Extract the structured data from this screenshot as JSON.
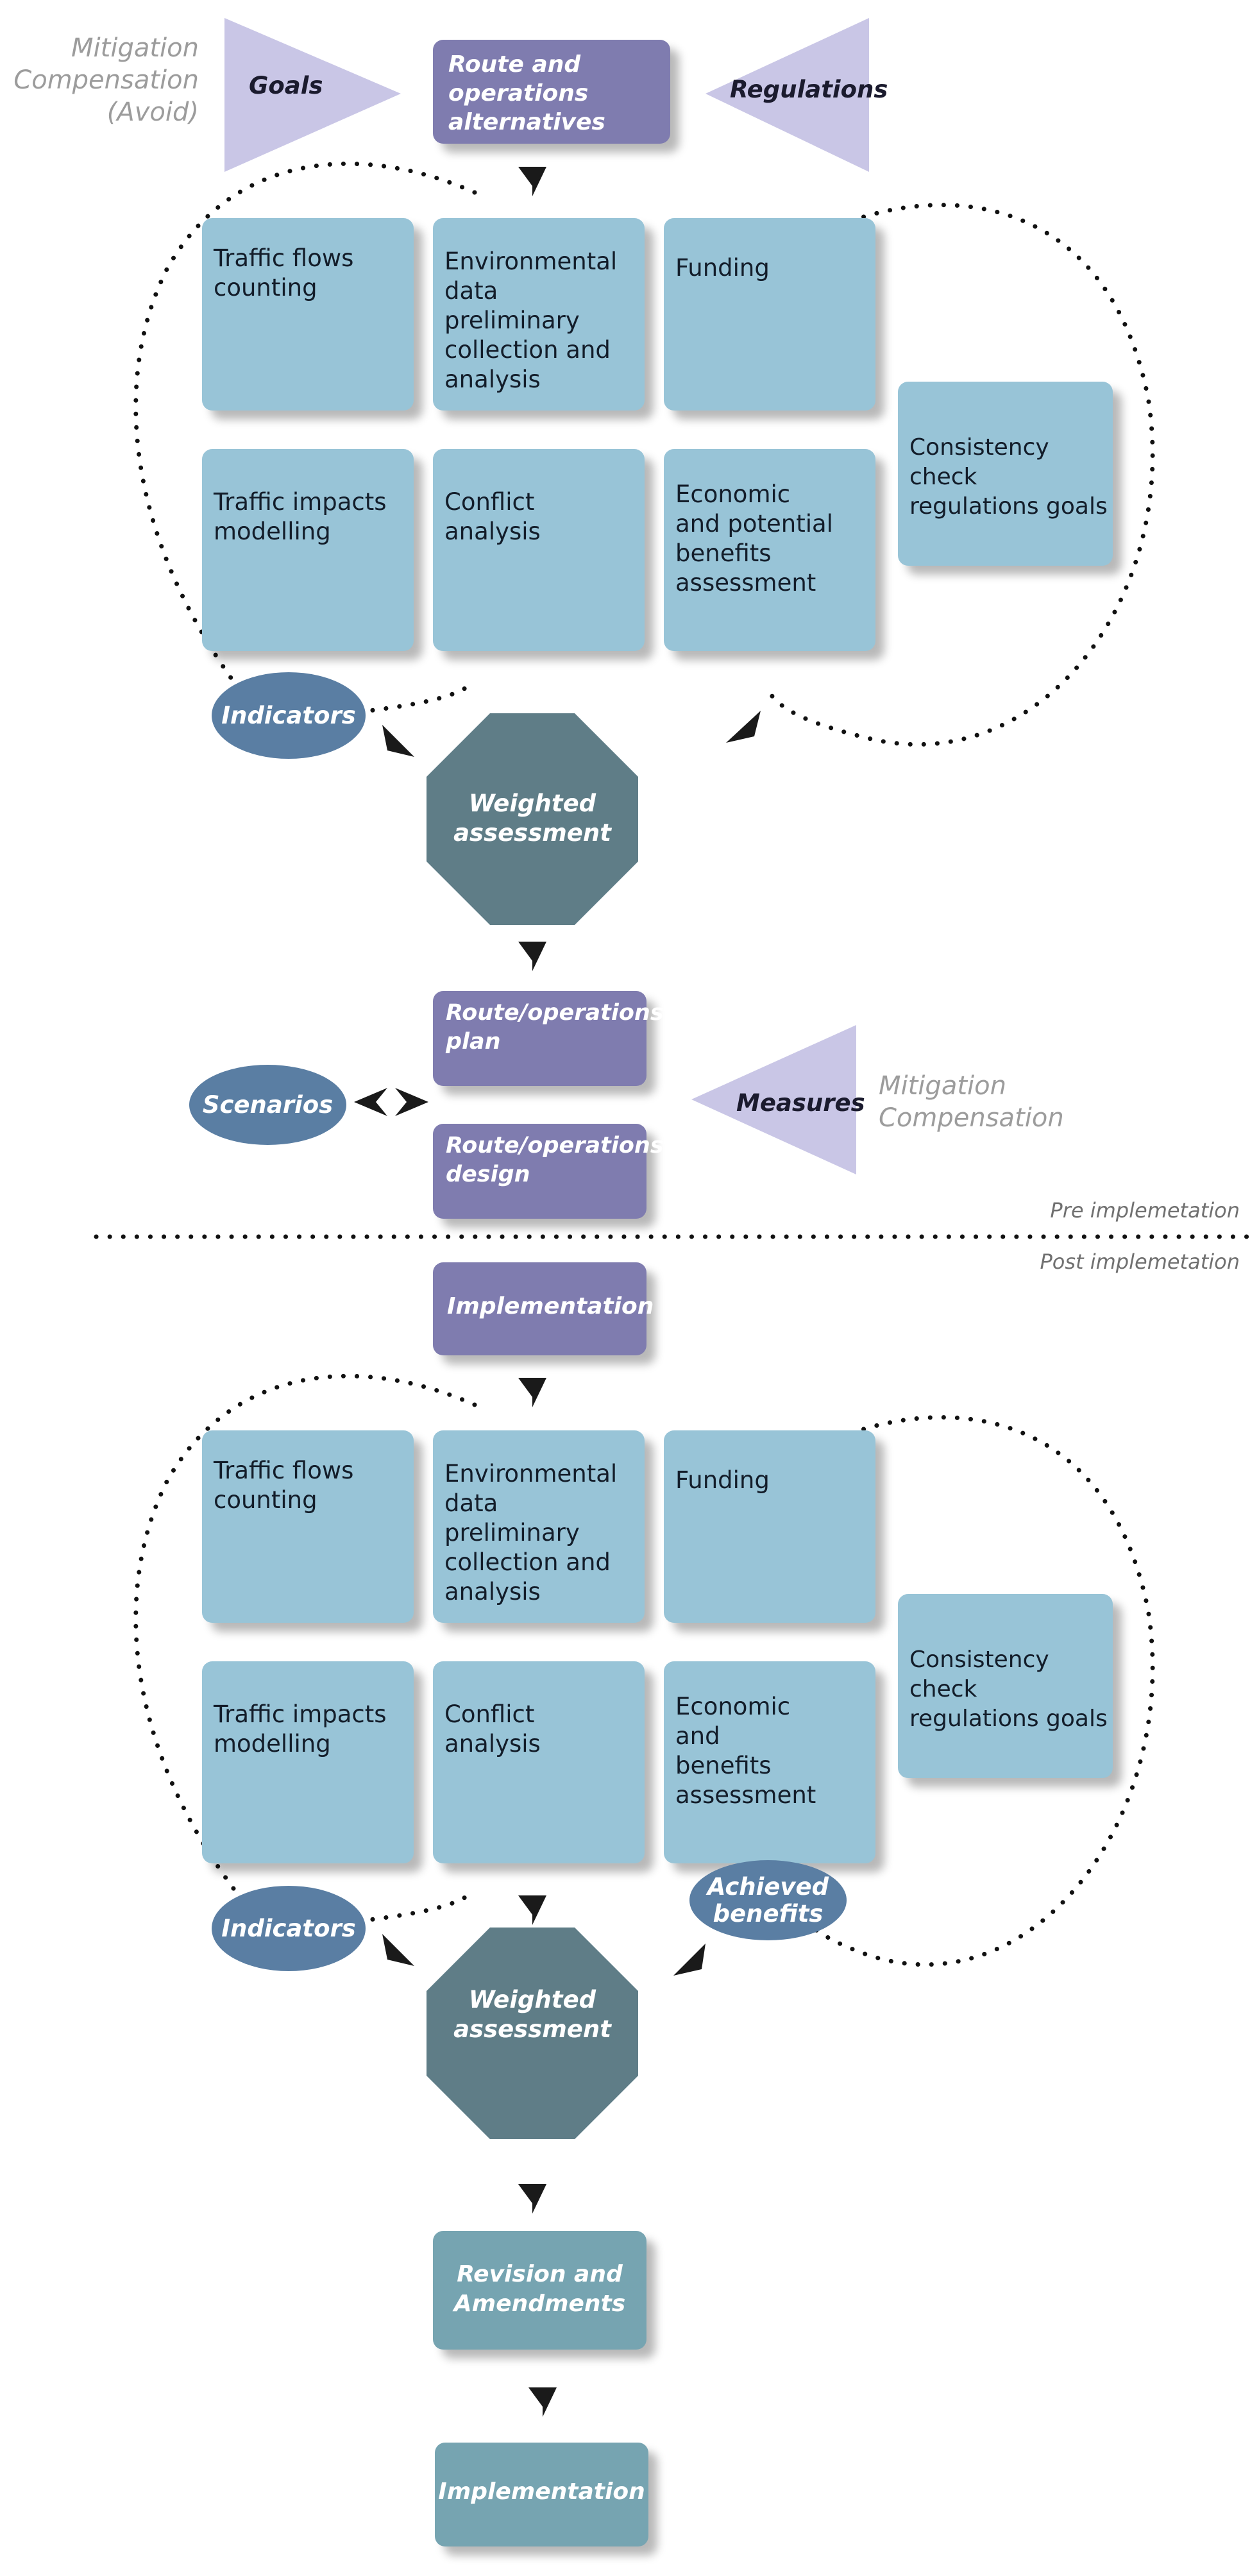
{
  "colors": {
    "activity_box": "#98c4d7",
    "plan_box": "#7f7caf",
    "revision_box": "#76a4b1",
    "ellipse": "#5a7ea3",
    "octagon": "#5f7d87",
    "triangle": "#c9c6e6",
    "note_text": "#9c9c9c"
  },
  "top": {
    "goals_note": "Mitigation\nCompensation\n(Avoid)",
    "goals_label": "Goals",
    "route_alternatives": "Route and\noperations\nalternatives",
    "regulations_label": "Regulations",
    "traffic_flows": "Traffic flows\ncounting",
    "environmental": "Environmental\ndata\npreliminary\ncollection and\nanalysis",
    "funding": "Funding",
    "traffic_impacts": "Traffic impacts\nmodelling",
    "conflict": "Conflict\nanalysis",
    "economic": "Economic\nand potential\nbenefits\nassessment",
    "consistency": "Consistency\ncheck\nregulations goals",
    "indicators": "Indicators",
    "weighted": "Weighted\nassessment",
    "route_plan": "Route/operations\nplan",
    "route_design": "Route/operations\ndesign",
    "scenarios": "Scenarios",
    "measures_label": "Measures",
    "measures_note": "Mitigation\nCompensation"
  },
  "divider": {
    "pre": "Pre implemetation",
    "post": "Post implemetation"
  },
  "bottom": {
    "implementation": "Implementation",
    "traffic_flows": "Traffic flows\ncounting",
    "environmental": "Environmental\ndata\npreliminary\ncollection and\nanalysis",
    "funding": "Funding",
    "traffic_impacts": "Traffic impacts\nmodelling",
    "conflict": "Conflict\nanalysis",
    "economic": "Economic\nand\nbenefits\nassessment",
    "consistency": "Consistency\ncheck\nregulations goals",
    "indicators": "Indicators",
    "achieved": "Achieved\nbenefits",
    "weighted": "Weighted\nassessment",
    "revision": "Revision and\nAmendments",
    "final_implementation": "Implementation"
  }
}
